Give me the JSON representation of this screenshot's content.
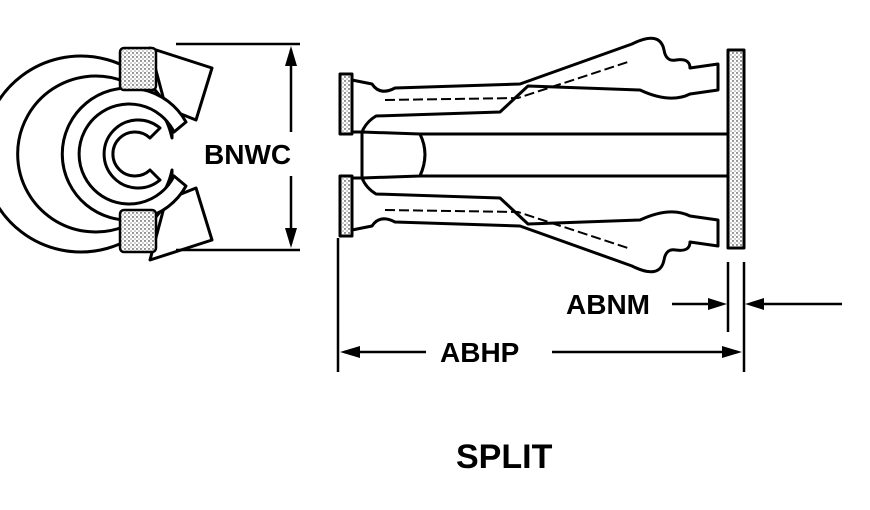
{
  "labels": {
    "bnwc": "BNWC",
    "abnm": "ABNM",
    "abhp": "ABHP",
    "caption": "SPLIT"
  },
  "colors": {
    "ink": "#000000",
    "paper": "#ffffff"
  }
}
